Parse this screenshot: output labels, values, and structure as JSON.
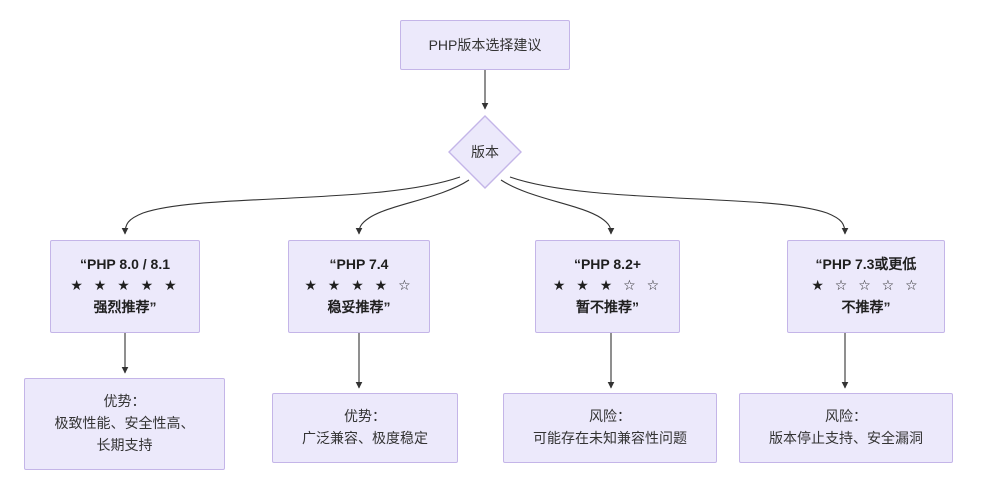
{
  "diagram": {
    "title_node": {
      "label": "PHP版本选择建议"
    },
    "decision_node": {
      "label": "版本"
    },
    "colors": {
      "node_fill": "#ece9fb",
      "node_border": "#c4b5e8",
      "edge_stroke": "#333333",
      "text": "#333333",
      "canvas": "#ffffff",
      "star_filled": "#1f1f1f",
      "star_empty": "#b9b9c4"
    },
    "branches": [
      {
        "id": "php-80-81",
        "version_line": "“PHP 8.0 / 8.1",
        "stars_filled": 5,
        "stars_total": 5,
        "stars_text": "★ ★ ★ ★ ★",
        "verdict_line": "强烈推荐”",
        "detail": {
          "heading": "优势：",
          "lines": [
            "极致性能、安全性高、",
            "长期支持"
          ]
        }
      },
      {
        "id": "php-74",
        "version_line": "“PHP 7.4",
        "stars_filled": 4,
        "stars_total": 5,
        "stars_text": "★ ★ ★ ★ ☆",
        "verdict_line": "稳妥推荐”",
        "detail": {
          "heading": "优势：",
          "lines": [
            "广泛兼容、极度稳定"
          ]
        }
      },
      {
        "id": "php-82-plus",
        "version_line": "“PHP 8.2+",
        "stars_filled": 3,
        "stars_total": 5,
        "stars_text": "★ ★ ★ ☆ ☆",
        "verdict_line": "暂不推荐”",
        "detail": {
          "heading": "风险：",
          "lines": [
            "可能存在未知兼容性问题"
          ]
        }
      },
      {
        "id": "php-73-or-lower",
        "version_line": "“PHP 7.3或更低",
        "stars_filled": 1,
        "stars_total": 5,
        "stars_text": "★ ☆ ☆ ☆ ☆",
        "verdict_line": "不推荐”",
        "detail": {
          "heading": "风险：",
          "lines": [
            "版本停止支持、安全漏洞"
          ]
        }
      }
    ]
  }
}
